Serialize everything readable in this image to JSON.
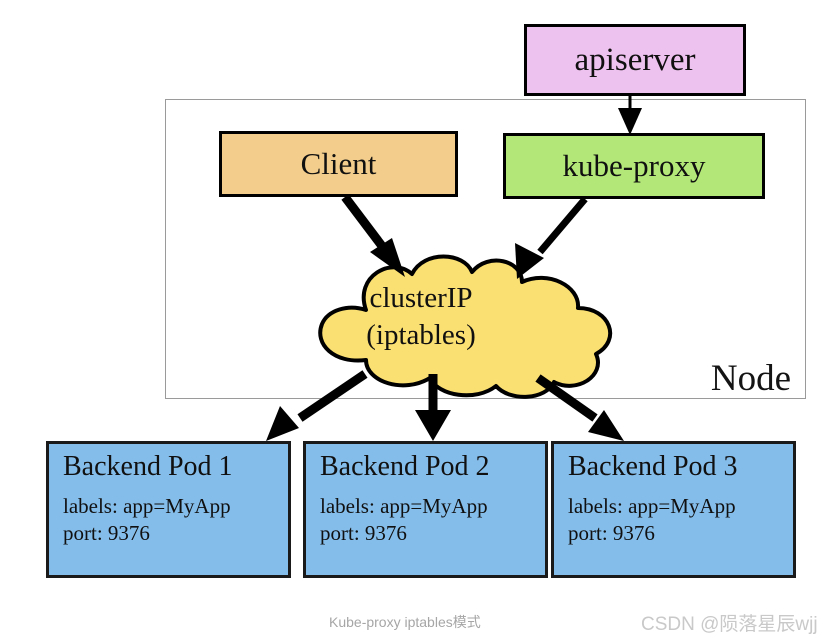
{
  "diagram": {
    "node_container": {
      "label": "Node"
    },
    "boxes": [
      {
        "id": "apiserver",
        "label": "apiserver",
        "color": "#eec2ee"
      },
      {
        "id": "client",
        "label": "Client",
        "color": "#f2cd8b"
      },
      {
        "id": "kube-proxy",
        "label": "kube-proxy",
        "color": "#b3e878"
      }
    ],
    "cloud": {
      "line1": "clusterIP",
      "line2": "(iptables)",
      "color": "#fadf72"
    },
    "pods": [
      {
        "title": "Backend Pod 1",
        "labels": "labels: app=MyApp",
        "port": "port: 9376",
        "color": "#85bdea"
      },
      {
        "title": "Backend Pod 2",
        "labels": "labels: app=MyApp",
        "port": "port: 9376",
        "color": "#85bdea"
      },
      {
        "title": "Backend Pod 3",
        "labels": "labels: app=MyApp",
        "port": "port: 9376",
        "color": "#85bdea"
      }
    ],
    "arrows": [
      {
        "name": "apiserver-to-kube-proxy"
      },
      {
        "name": "client-to-clusterip"
      },
      {
        "name": "kube-proxy-to-clusterip"
      },
      {
        "name": "clusterip-to-pod-1"
      },
      {
        "name": "clusterip-to-pod-2"
      },
      {
        "name": "clusterip-to-pod-3"
      }
    ]
  },
  "footer": {
    "caption": "Kube-proxy iptables模式",
    "watermark": "CSDN @陨落星辰wjj"
  }
}
